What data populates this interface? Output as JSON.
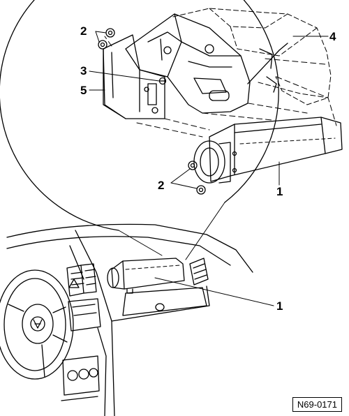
{
  "callouts": {
    "part_1_airbag_detail": "1",
    "part_1_airbag_dash": "1",
    "part_2_nuts_top": "2",
    "part_2_nuts_lower": "2",
    "part_3_bolt": "3",
    "part_4_panel": "4",
    "part_5_bracket": "5"
  },
  "figure_ref": "N69-0171"
}
